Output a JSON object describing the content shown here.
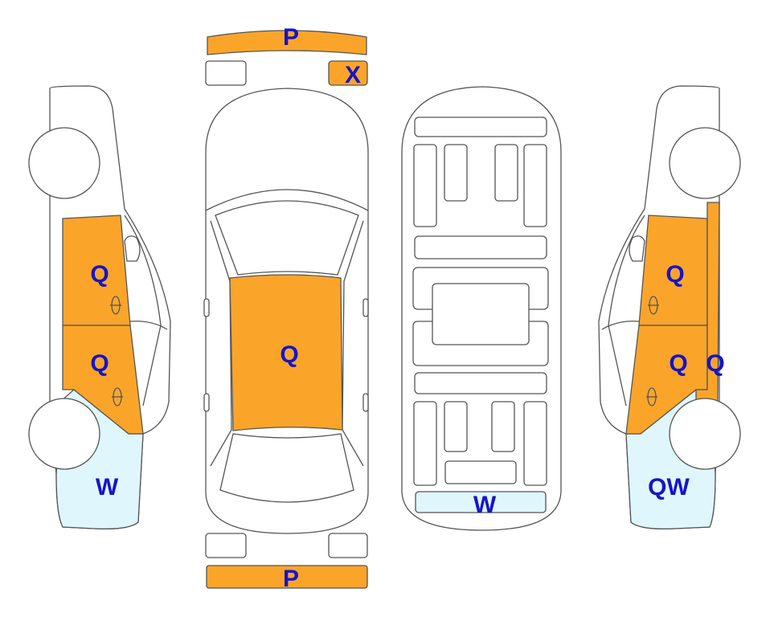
{
  "colors": {
    "damage_fill": "#FAA52A",
    "light_fill": "#DFF6FC",
    "label": "#1515C8",
    "outline": "#555555"
  },
  "left_view": {
    "front_door_code": "Q",
    "rear_door_code": "Q",
    "rear_fender_code": "W"
  },
  "top_view": {
    "front_bumper_code": "P",
    "right_front_lamp_code": "X",
    "roof_code": "Q",
    "rear_bumper_code": "P"
  },
  "underbody_view": {
    "rear_panel_code": "W"
  },
  "right_view": {
    "front_door_code": "Q",
    "rear_door_code": "Q",
    "pillar_code": "Q",
    "rear_fender_code": "QW"
  }
}
